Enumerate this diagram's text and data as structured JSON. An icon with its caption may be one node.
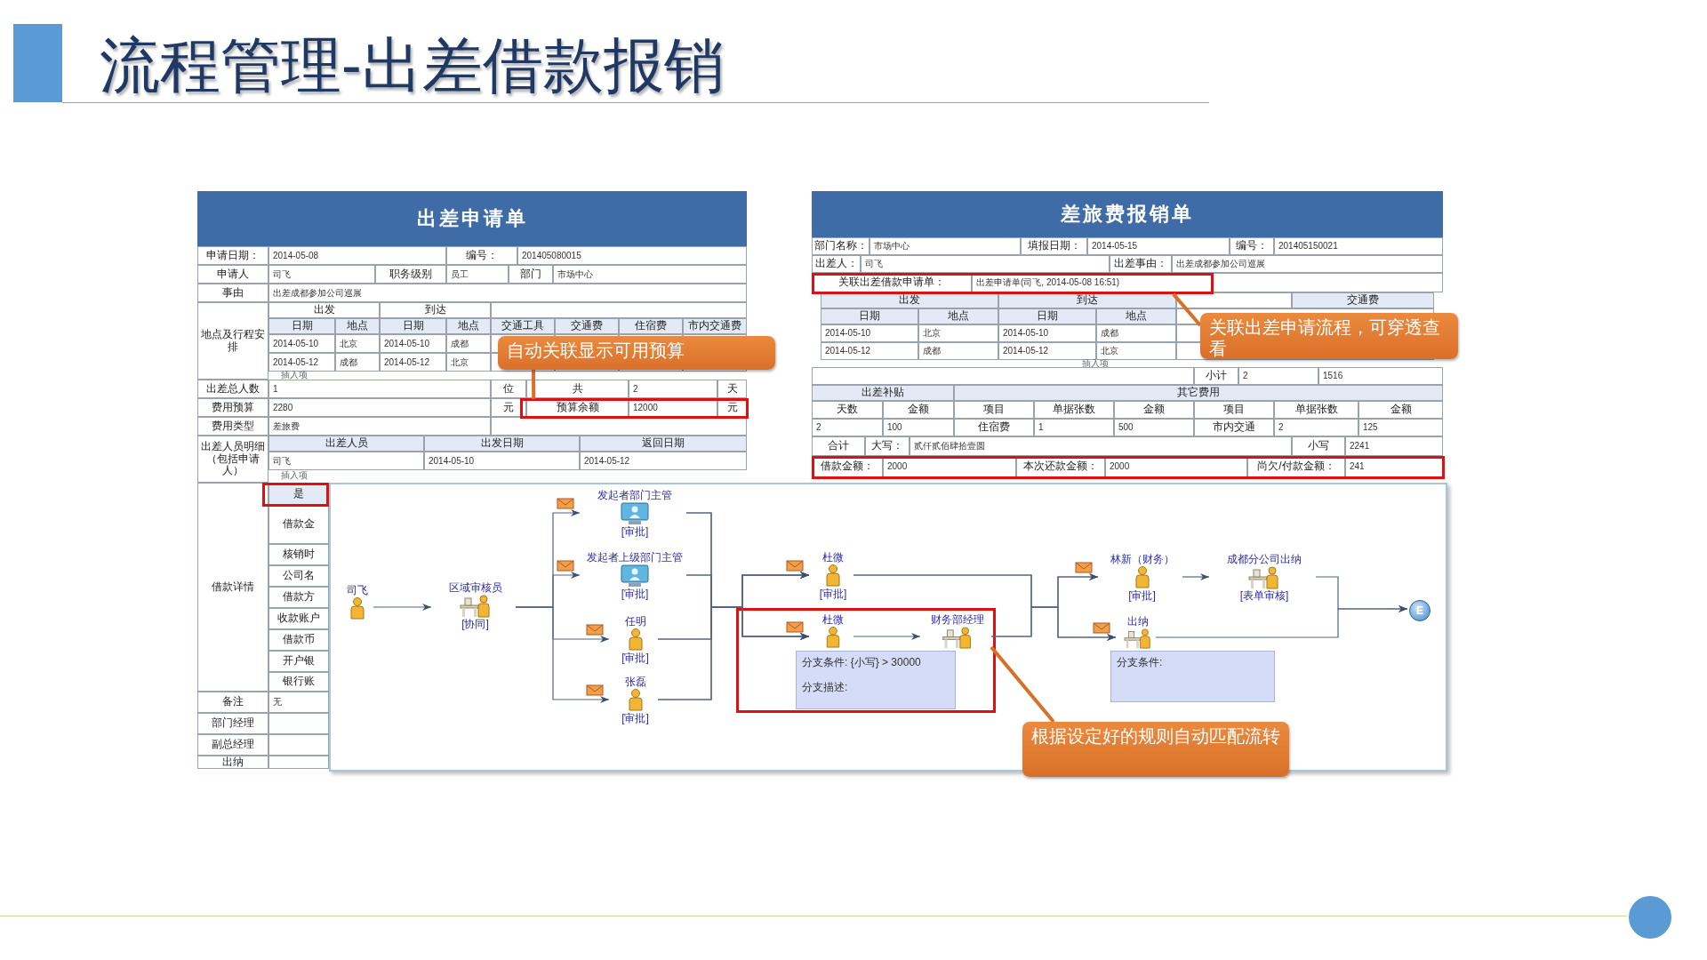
{
  "diagram": {
    "title": "流程管理-出差借款报销",
    "nodes": [
      {
        "text": [
          "出差申请单",
          "申请日期：",
          "2014-05-08",
          "编号：",
          "201405080015",
          "申请人",
          "司飞",
          "职务级别",
          "员工",
          "部门",
          "市场中心",
          "事由",
          "出差成都参加公司巡展",
          "地点及行程安排",
          "出发",
          "到达",
          "日期",
          "地点",
          "日期",
          "地点",
          "交通工具",
          "交通费",
          "住宿费",
          "市内交通费",
          "2014-05-10",
          "北京",
          "2014-05-10",
          "成都",
          "2014-05-12",
          "成都",
          "2014-05-12",
          "北京",
          "插入项",
          "出差总人数",
          "1",
          "位",
          "共",
          "2",
          "天",
          "费用预算",
          "2280",
          "元",
          "预算余额",
          "12000",
          "元",
          "费用类型",
          "差旅费",
          "出差人员明细（包括申请人）",
          "出差人员",
          "出发日期",
          "返回日期",
          "司飞",
          "2014-05-10",
          "2014-05-12",
          "插入项"
        ]
      },
      {
        "text": [
          "差旅费报销单",
          "部门名称：",
          "市场中心",
          "填报日期：",
          "2014-05-15",
          "编号：",
          "201405150021",
          "出差人：",
          "司飞",
          "出差事由：",
          "出差成都参加公司巡展",
          "关联出差借款申请单：",
          "出差申请单(司飞, 2014-05-08 16:51)",
          "出发",
          "到达",
          "交通费",
          "日期",
          "地点",
          "日期",
          "地点",
          "2014-05-10",
          "北京",
          "2014-05-10",
          "成都",
          "2014-05-12",
          "成都",
          "2014-05-12",
          "北京",
          "插入项",
          "小计",
          "2",
          "1516",
          "出差补贴",
          "其它费用",
          "天数",
          "金额",
          "项目",
          "单据张数",
          "金额",
          "项目",
          "单据张数",
          "金额",
          "2",
          "100",
          "住宿费",
          "1",
          "500",
          "市内交通",
          "2",
          "125",
          "合计",
          "大写：",
          "贰仟贰佰肆拾壹圆",
          "小写",
          "2241",
          "借款金额：",
          "2000",
          "本次还款金额：",
          "2000",
          "尚欠/付款金额：",
          "241"
        ]
      },
      {
        "text": [],
        "shape": "box"
      },
      {
        "text": [
          "司飞"
        ],
        "in": 2
      },
      {
        "text": [
          "区域审核员",
          "[协同]"
        ],
        "in": 2
      },
      {
        "text": [
          "发起者部门主管",
          "[审批]"
        ],
        "in": 2
      },
      {
        "text": [
          "发起者上级部门主管",
          "[审批]"
        ],
        "in": 2
      },
      {
        "text": [
          "任明",
          "[审批]"
        ],
        "in": 2
      },
      {
        "text": [
          "张磊",
          "[审批]"
        ],
        "in": 2
      },
      {
        "text": [
          "杜微",
          "[审批]"
        ],
        "in": 2
      },
      {
        "text": [
          "杜微"
        ],
        "in": 2
      },
      {
        "text": [
          "财务部经理"
        ],
        "in": 2
      },
      {
        "text": [
          "分支条件: {小写} > 30000",
          "分支描述:"
        ],
        "in": 2
      },
      {
        "text": [
          "林新（财务）",
          "[审批]"
        ],
        "in": 2
      },
      {
        "text": [
          "成都分公司出纳",
          "[表单审核]"
        ],
        "in": 2
      },
      {
        "text": [
          "出纳"
        ],
        "in": 2
      },
      {
        "text": [
          "分支条件:"
        ],
        "in": 2
      },
      {
        "text": [
          "E"
        ],
        "in": 2
      },
      {
        "text": [
          "自动关联显示可用预算"
        ]
      },
      {
        "text": [
          "关联出差申请流程，可穿透查看"
        ]
      },
      {
        "text": [
          "根据设定好的规则自动匹配流转"
        ]
      },
      {
        "text": [
          "借款详情",
          "是",
          "借款金",
          "核销时",
          "公司名",
          "借款方",
          "收款账户",
          "借款币",
          "开户银",
          "银行账",
          "备注",
          "无",
          "部门经理",
          "副总经理",
          "出纳"
        ]
      }
    ],
    "edges": [
      {
        "from": 3,
        "to": 4,
        "arrow": "to"
      },
      {
        "from": 4,
        "to": 5,
        "arrow": "to"
      },
      {
        "from": 4,
        "to": 6,
        "arrow": "to"
      },
      {
        "from": 4,
        "to": 7,
        "arrow": "to"
      },
      {
        "from": 4,
        "to": 8,
        "arrow": "to"
      },
      {
        "from": 5,
        "to": 9,
        "arrow": "to"
      },
      {
        "from": 5,
        "to": 10,
        "arrow": "to"
      },
      {
        "from": 6,
        "to": 9,
        "arrow": "to"
      },
      {
        "from": 6,
        "to": 10,
        "arrow": "to"
      },
      {
        "from": 7,
        "to": 9,
        "arrow": "to"
      },
      {
        "from": 7,
        "to": 10,
        "arrow": "to"
      },
      {
        "from": 8,
        "to": 9,
        "arrow": "to"
      },
      {
        "from": 8,
        "to": 10,
        "arrow": "to"
      },
      {
        "from": 9,
        "to": 13,
        "arrow": "to"
      },
      {
        "from": 9,
        "to": 15,
        "arrow": "to"
      },
      {
        "from": 10,
        "to": 11,
        "arrow": "to"
      },
      {
        "from": 11,
        "to": 13,
        "arrow": "to"
      },
      {
        "from": 11,
        "to": 15,
        "arrow": "to"
      },
      {
        "from": 13,
        "to": 14,
        "arrow": "to"
      },
      {
        "from": 14,
        "to": 17,
        "arrow": "to"
      },
      {
        "from": 15,
        "to": 17,
        "arrow": "to"
      },
      {
        "from": 18,
        "to": 0,
        "arrow": "none",
        "color": "#d9702a"
      },
      {
        "from": 19,
        "to": 1,
        "arrow": "none",
        "color": "#d9702a"
      },
      {
        "from": 20,
        "to": 11,
        "arrow": "none",
        "color": "#d9702a"
      }
    ]
  }
}
